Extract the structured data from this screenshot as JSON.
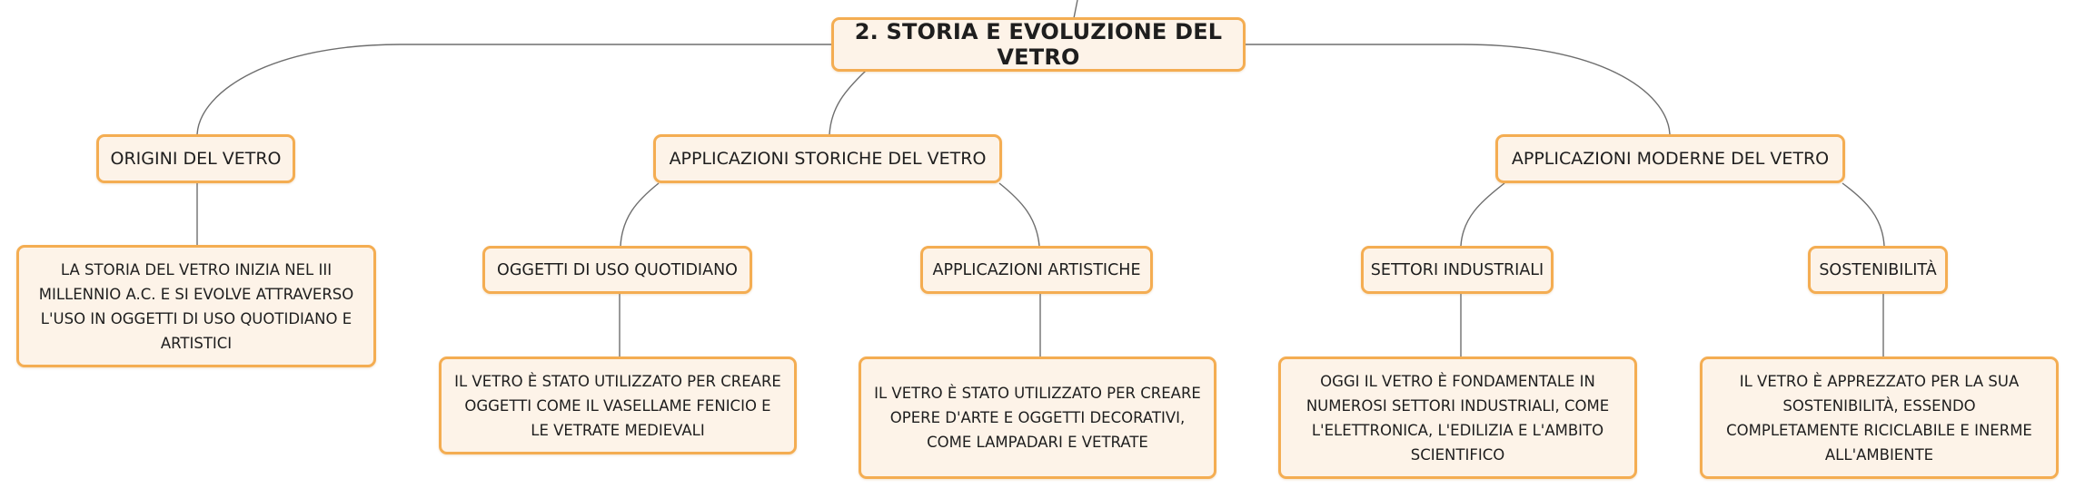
{
  "colors": {
    "node_border": "#f4ad52",
    "node_fill": "#fdf3e8",
    "connector": "#6e6e6e",
    "text": "#1e1e1e"
  },
  "root": {
    "label": "2. STORIA E EVOLUZIONE DEL VETRO"
  },
  "branches": [
    {
      "label": "ORIGINI DEL VETRO",
      "description": "LA STORIA DEL VETRO INIZIA NEL III MILLENNIO A.C. E SI EVOLVE ATTRAVERSO L'USO IN OGGETTI DI USO QUOTIDIANO E ARTISTICI"
    },
    {
      "label": "APPLICAZIONI STORICHE DEL VETRO",
      "children": [
        {
          "label": "OGGETTI DI USO QUOTIDIANO",
          "description": "IL VETRO È STATO UTILIZZATO PER CREARE OGGETTI COME IL VASELLAME FENICIO E LE VETRATE MEDIEVALI"
        },
        {
          "label": "APPLICAZIONI ARTISTICHE",
          "description": "IL VETRO È STATO UTILIZZATO PER CREARE OPERE D'ARTE E OGGETTI DECORATIVI, COME LAMPADARI E VETRATE"
        }
      ]
    },
    {
      "label": "APPLICAZIONI MODERNE DEL VETRO",
      "children": [
        {
          "label": "SETTORI INDUSTRIALI",
          "description": "OGGI IL VETRO È FONDAMENTALE IN NUMEROSI SETTORI INDUSTRIALI, COME L'ELETTRONICA, L'EDILIZIA E L'AMBITO SCIENTIFICO"
        },
        {
          "label": "SOSTENIBILITÀ",
          "description": "IL VETRO È APPREZZATO PER LA SUA SOSTENIBILITÀ, ESSENDO COMPLETAMENTE RICICLABILE E INERME ALL'AMBIENTE"
        }
      ]
    }
  ]
}
